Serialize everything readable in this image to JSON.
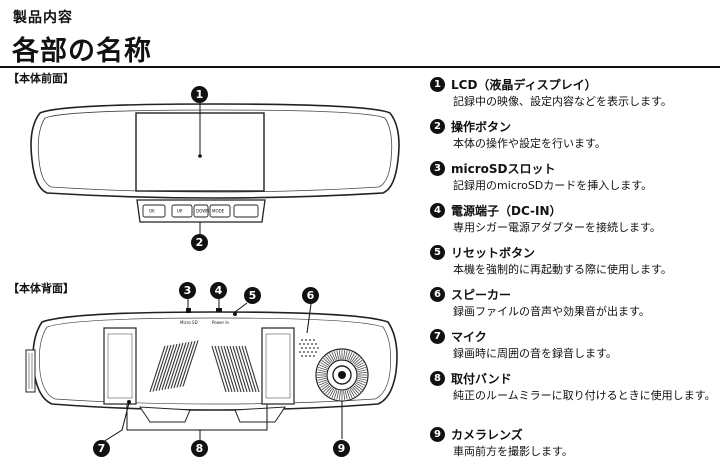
{
  "header": {
    "subtitle": "製品内容",
    "title": "各部の名称"
  },
  "sections": {
    "front": "【本体前面】",
    "back": "【本体背面】"
  },
  "front_buttons": [
    "OK",
    "UP",
    "DOWN",
    "MODE"
  ],
  "back_labels": {
    "card": "Micro SD",
    "power": "Power In"
  },
  "callouts": {
    "n1": "1",
    "n2": "2",
    "n3": "3",
    "n4": "4",
    "n5": "5",
    "n6": "6",
    "n7": "7",
    "n8": "8",
    "n9": "9"
  },
  "legend": [
    {
      "num": "1",
      "title": "LCD（液晶ディスプレイ）",
      "desc": "記録中の映像、設定内容などを表示します。"
    },
    {
      "num": "2",
      "title": "操作ボタン",
      "desc": "本体の操作や設定を行います。"
    },
    {
      "num": "3",
      "title": "microSDスロット",
      "desc": "記録用のmicroSDカードを挿入します。"
    },
    {
      "num": "4",
      "title": "電源端子（DC-IN）",
      "desc": "専用シガー電源アダプターを接続します。"
    },
    {
      "num": "5",
      "title": "リセットボタン",
      "desc": "本機を強制的に再起動する際に使用します。"
    },
    {
      "num": "6",
      "title": "スピーカー",
      "desc": "録画ファイルの音声や効果音が出ます。"
    },
    {
      "num": "7",
      "title": "マイク",
      "desc": "録画時に周囲の音を録音します。"
    },
    {
      "num": "8",
      "title": "取付バンド",
      "desc": "純正のルームミラーに取り付けるときに使用します。"
    },
    {
      "num": "9",
      "title": "カメラレンズ",
      "desc": "車両前方を撮影します。"
    }
  ]
}
